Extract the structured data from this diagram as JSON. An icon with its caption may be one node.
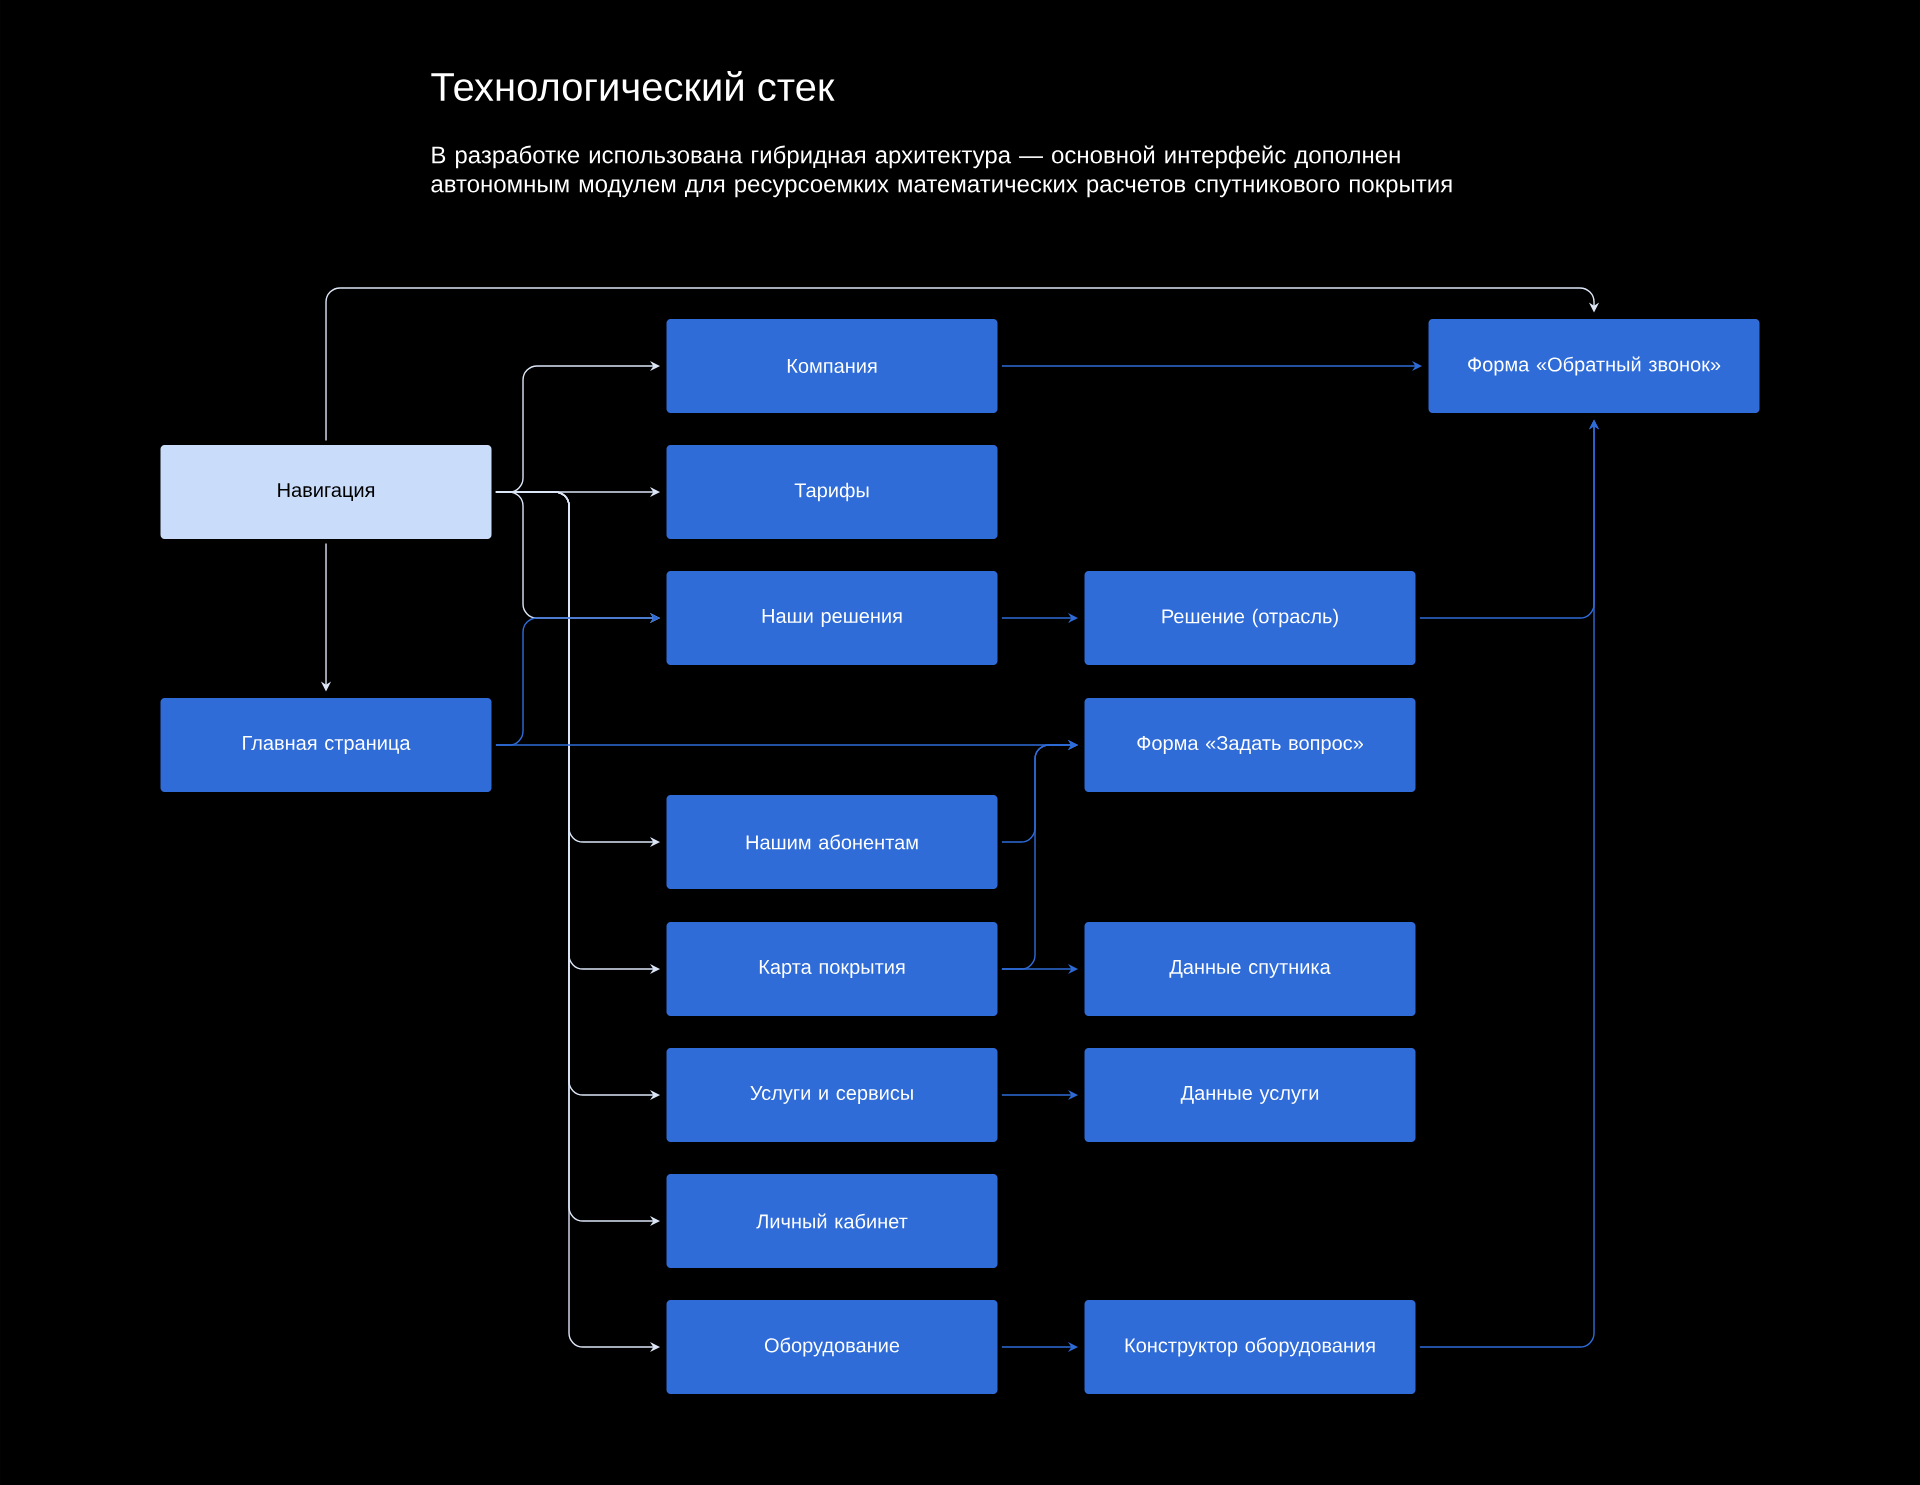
{
  "diagram": {
    "title": "Технологический стек",
    "nodes": [
      {
        "text": [
          "Компания"
        ]
      },
      {
        "text": [
          "Форма «Обратный звонок»"
        ]
      },
      {
        "text": [
          "Навигация"
        ]
      },
      {
        "text": [
          "Тарифы"
        ]
      },
      {
        "text": [
          "Наши решения"
        ]
      },
      {
        "text": [
          "Решение (отрасль)"
        ]
      },
      {
        "text": [
          "Главная страница"
        ]
      },
      {
        "text": [
          "Форма «Задать вопрос»"
        ]
      },
      {
        "text": [
          "Нашим абонентам"
        ]
      },
      {
        "text": [
          "Карта покрытия"
        ]
      },
      {
        "text": [
          "Данные спутника"
        ]
      },
      {
        "text": [
          "Услуги и сервисы"
        ]
      },
      {
        "text": [
          "Данные услуги"
        ]
      },
      {
        "text": [
          "Личный кабинет"
        ]
      },
      {
        "text": [
          "Оборудование"
        ]
      },
      {
        "text": [
          "Конструктор оборудования"
        ]
      }
    ],
    "edges": [
      {
        "from": 2,
        "to": 1,
        "arrow": "to",
        "color": "#dce6f7"
      },
      {
        "from": 2,
        "to": 0,
        "arrow": "to",
        "color": "#dce6f7"
      },
      {
        "from": 2,
        "to": 3,
        "arrow": "to",
        "color": "#dce6f7"
      },
      {
        "from": 2,
        "to": 4,
        "arrow": "to",
        "color": "#dce6f7"
      },
      {
        "from": 2,
        "to": 8,
        "arrow": "to",
        "color": "#dce6f7"
      },
      {
        "from": 2,
        "to": 9,
        "arrow": "to",
        "color": "#dce6f7"
      },
      {
        "from": 2,
        "to": 11,
        "arrow": "to",
        "color": "#dce6f7"
      },
      {
        "from": 2,
        "to": 13,
        "arrow": "to",
        "color": "#dce6f7"
      },
      {
        "from": 2,
        "to": 14,
        "arrow": "to",
        "color": "#dce6f7"
      },
      {
        "from": 2,
        "to": 6,
        "arrow": "to",
        "color": "#dce6f7"
      },
      {
        "from": 0,
        "to": 1,
        "arrow": "to"
      },
      {
        "from": 4,
        "to": 5,
        "arrow": "to"
      },
      {
        "from": 5,
        "to": 1,
        "arrow": "to"
      },
      {
        "from": 6,
        "to": 4,
        "arrow": "to"
      },
      {
        "from": 6,
        "to": 7,
        "arrow": "to"
      },
      {
        "from": 8,
        "to": 7,
        "arrow": "to"
      },
      {
        "from": 9,
        "to": 7,
        "arrow": "to"
      },
      {
        "from": 9,
        "to": 10,
        "arrow": "to"
      },
      {
        "from": 11,
        "to": 12,
        "arrow": "to"
      },
      {
        "from": 14,
        "to": 15,
        "arrow": "to"
      },
      {
        "from": 15,
        "to": 1,
        "arrow": "to"
      }
    ],
    "labels": [
      "В разработке использована гибридная архитектура — основной интерфейс дополнен автономным модулем для ресурсоемких математических расчетов спутникового покрытия"
    ]
  }
}
